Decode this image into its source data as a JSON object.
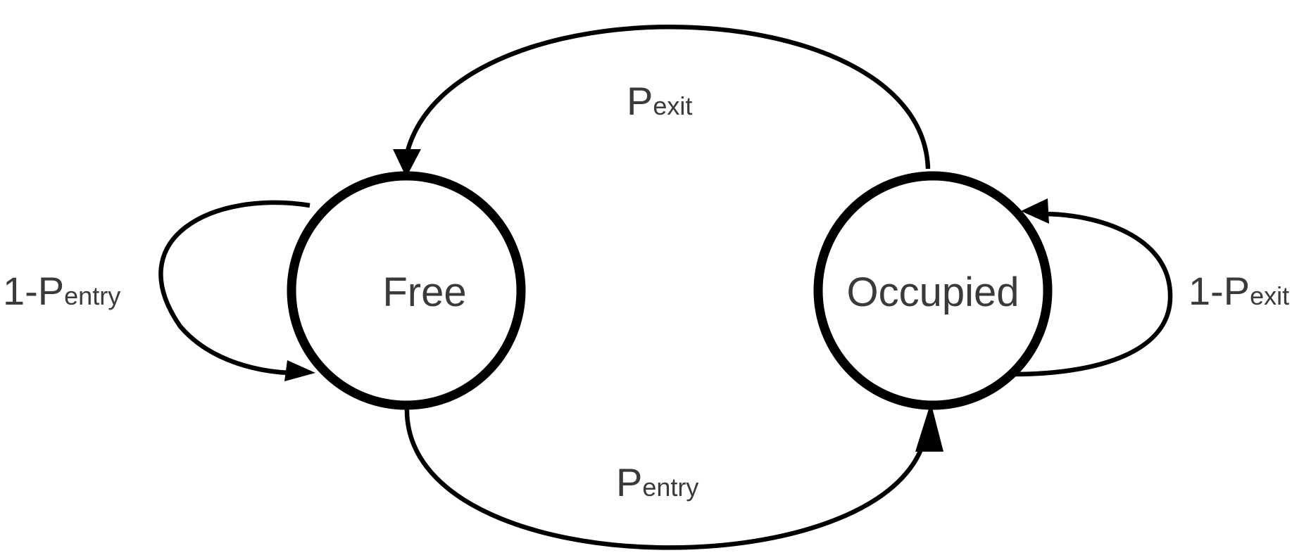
{
  "states": {
    "free": {
      "label": "Free"
    },
    "occupied": {
      "label": "Occupied"
    }
  },
  "transitions": {
    "occupied_to_free": {
      "base": "P",
      "sub": "exit"
    },
    "free_to_occupied": {
      "base": "P",
      "sub": "entry"
    },
    "free_self_loop": {
      "prefix": "1-",
      "base": "P",
      "sub": "entry"
    },
    "occupied_self_loop": {
      "prefix": "1-",
      "base": "P",
      "sub": "exit"
    }
  }
}
